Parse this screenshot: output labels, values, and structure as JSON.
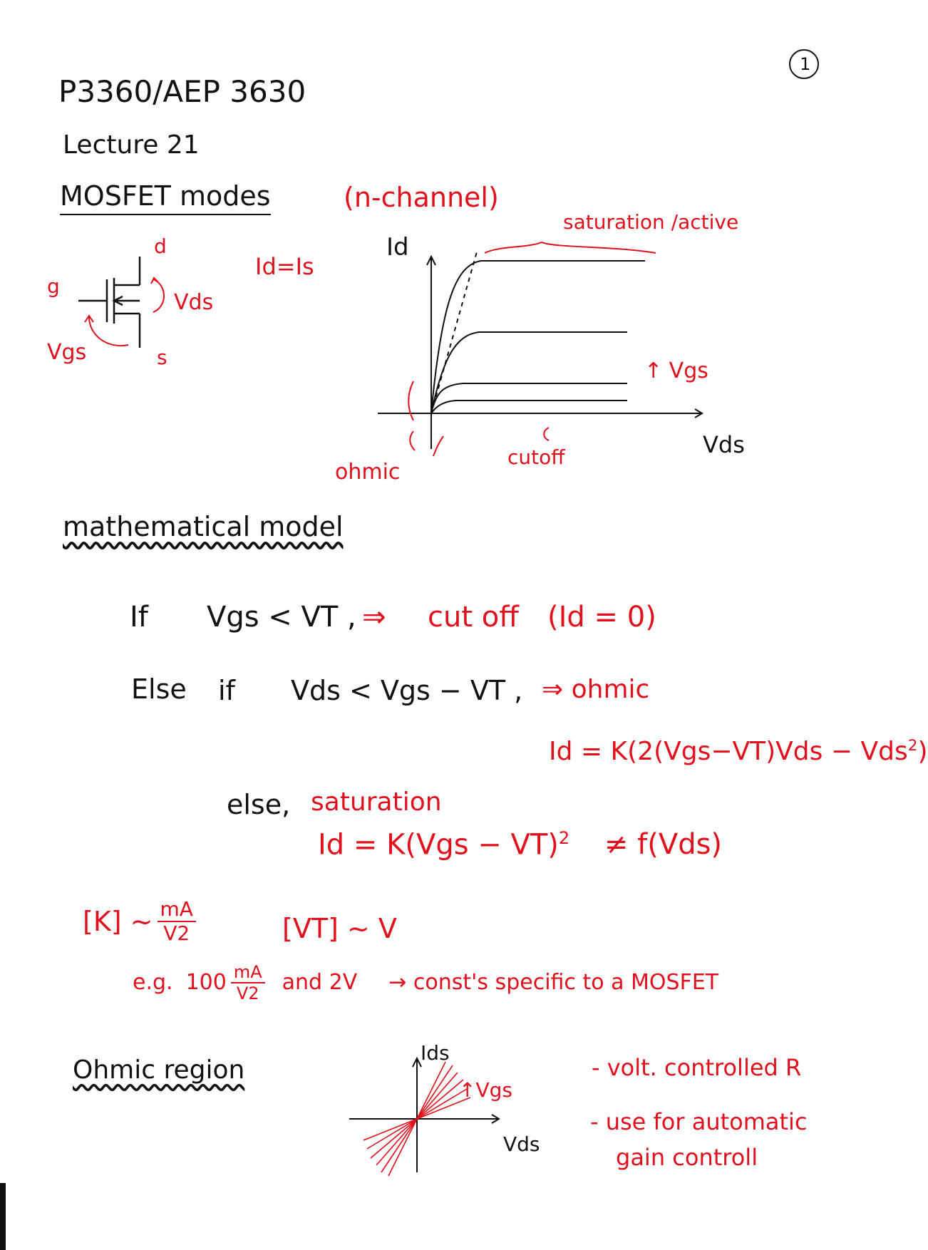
{
  "page_number": "1",
  "header": {
    "course": "P3360/AEP 3630",
    "lecture": "Lecture 21"
  },
  "section1": {
    "title": "MOSFET modes",
    "subtitle": "(n-channel)",
    "symbol_labels": {
      "g": "g",
      "d": "d",
      "s": "s",
      "vgs": "Vgs",
      "vds": "Vds"
    },
    "id_eq": "Id=Is",
    "graph": {
      "y_label": "Id",
      "x_label": "Vds",
      "saturation_label": "saturation /active",
      "vgs_arrow": "↑ Vgs",
      "ohmic_label": "ohmic",
      "cutoff_label": "cutoff"
    }
  },
  "section2": {
    "title": "mathematical model",
    "line1": {
      "if": "If",
      "cond": "Vgs < VT ,",
      "arrow": "⇒",
      "result": "cut off",
      "paren": "(Id = 0)"
    },
    "line2": {
      "else_if": "Else",
      "if": "if",
      "cond": "Vds < Vgs − VT ,",
      "arrow": "⇒ ohmic"
    },
    "ohmic_eq": {
      "main": "Id = K(2(Vgs−VT)Vds − Vds",
      "sup": "2",
      "close": ")"
    },
    "line3": {
      "else": "else,",
      "sat": "saturation"
    },
    "sat_eq": {
      "main": "Id = K(Vgs − VT)",
      "sup": "2",
      "neq": "≠ f(Vds)"
    },
    "units": {
      "k": "[K] ~",
      "k_num": "mA",
      "k_den": "V2",
      "vt": "[VT] ~ V",
      "eg": "e.g.",
      "eg_val": "100",
      "eg_num": "mA",
      "eg_den": "V2",
      "eg_and": "and 2V",
      "eg_note": "→ const's specific to a MOSFET"
    }
  },
  "section3": {
    "title": "Ohmic region",
    "y_label": "Ids",
    "x_label": "Vds",
    "vgs_arrow": "↑Vgs",
    "note1": "- volt. controlled R",
    "note2a": "- use for automatic",
    "note2b": "gain controll"
  }
}
